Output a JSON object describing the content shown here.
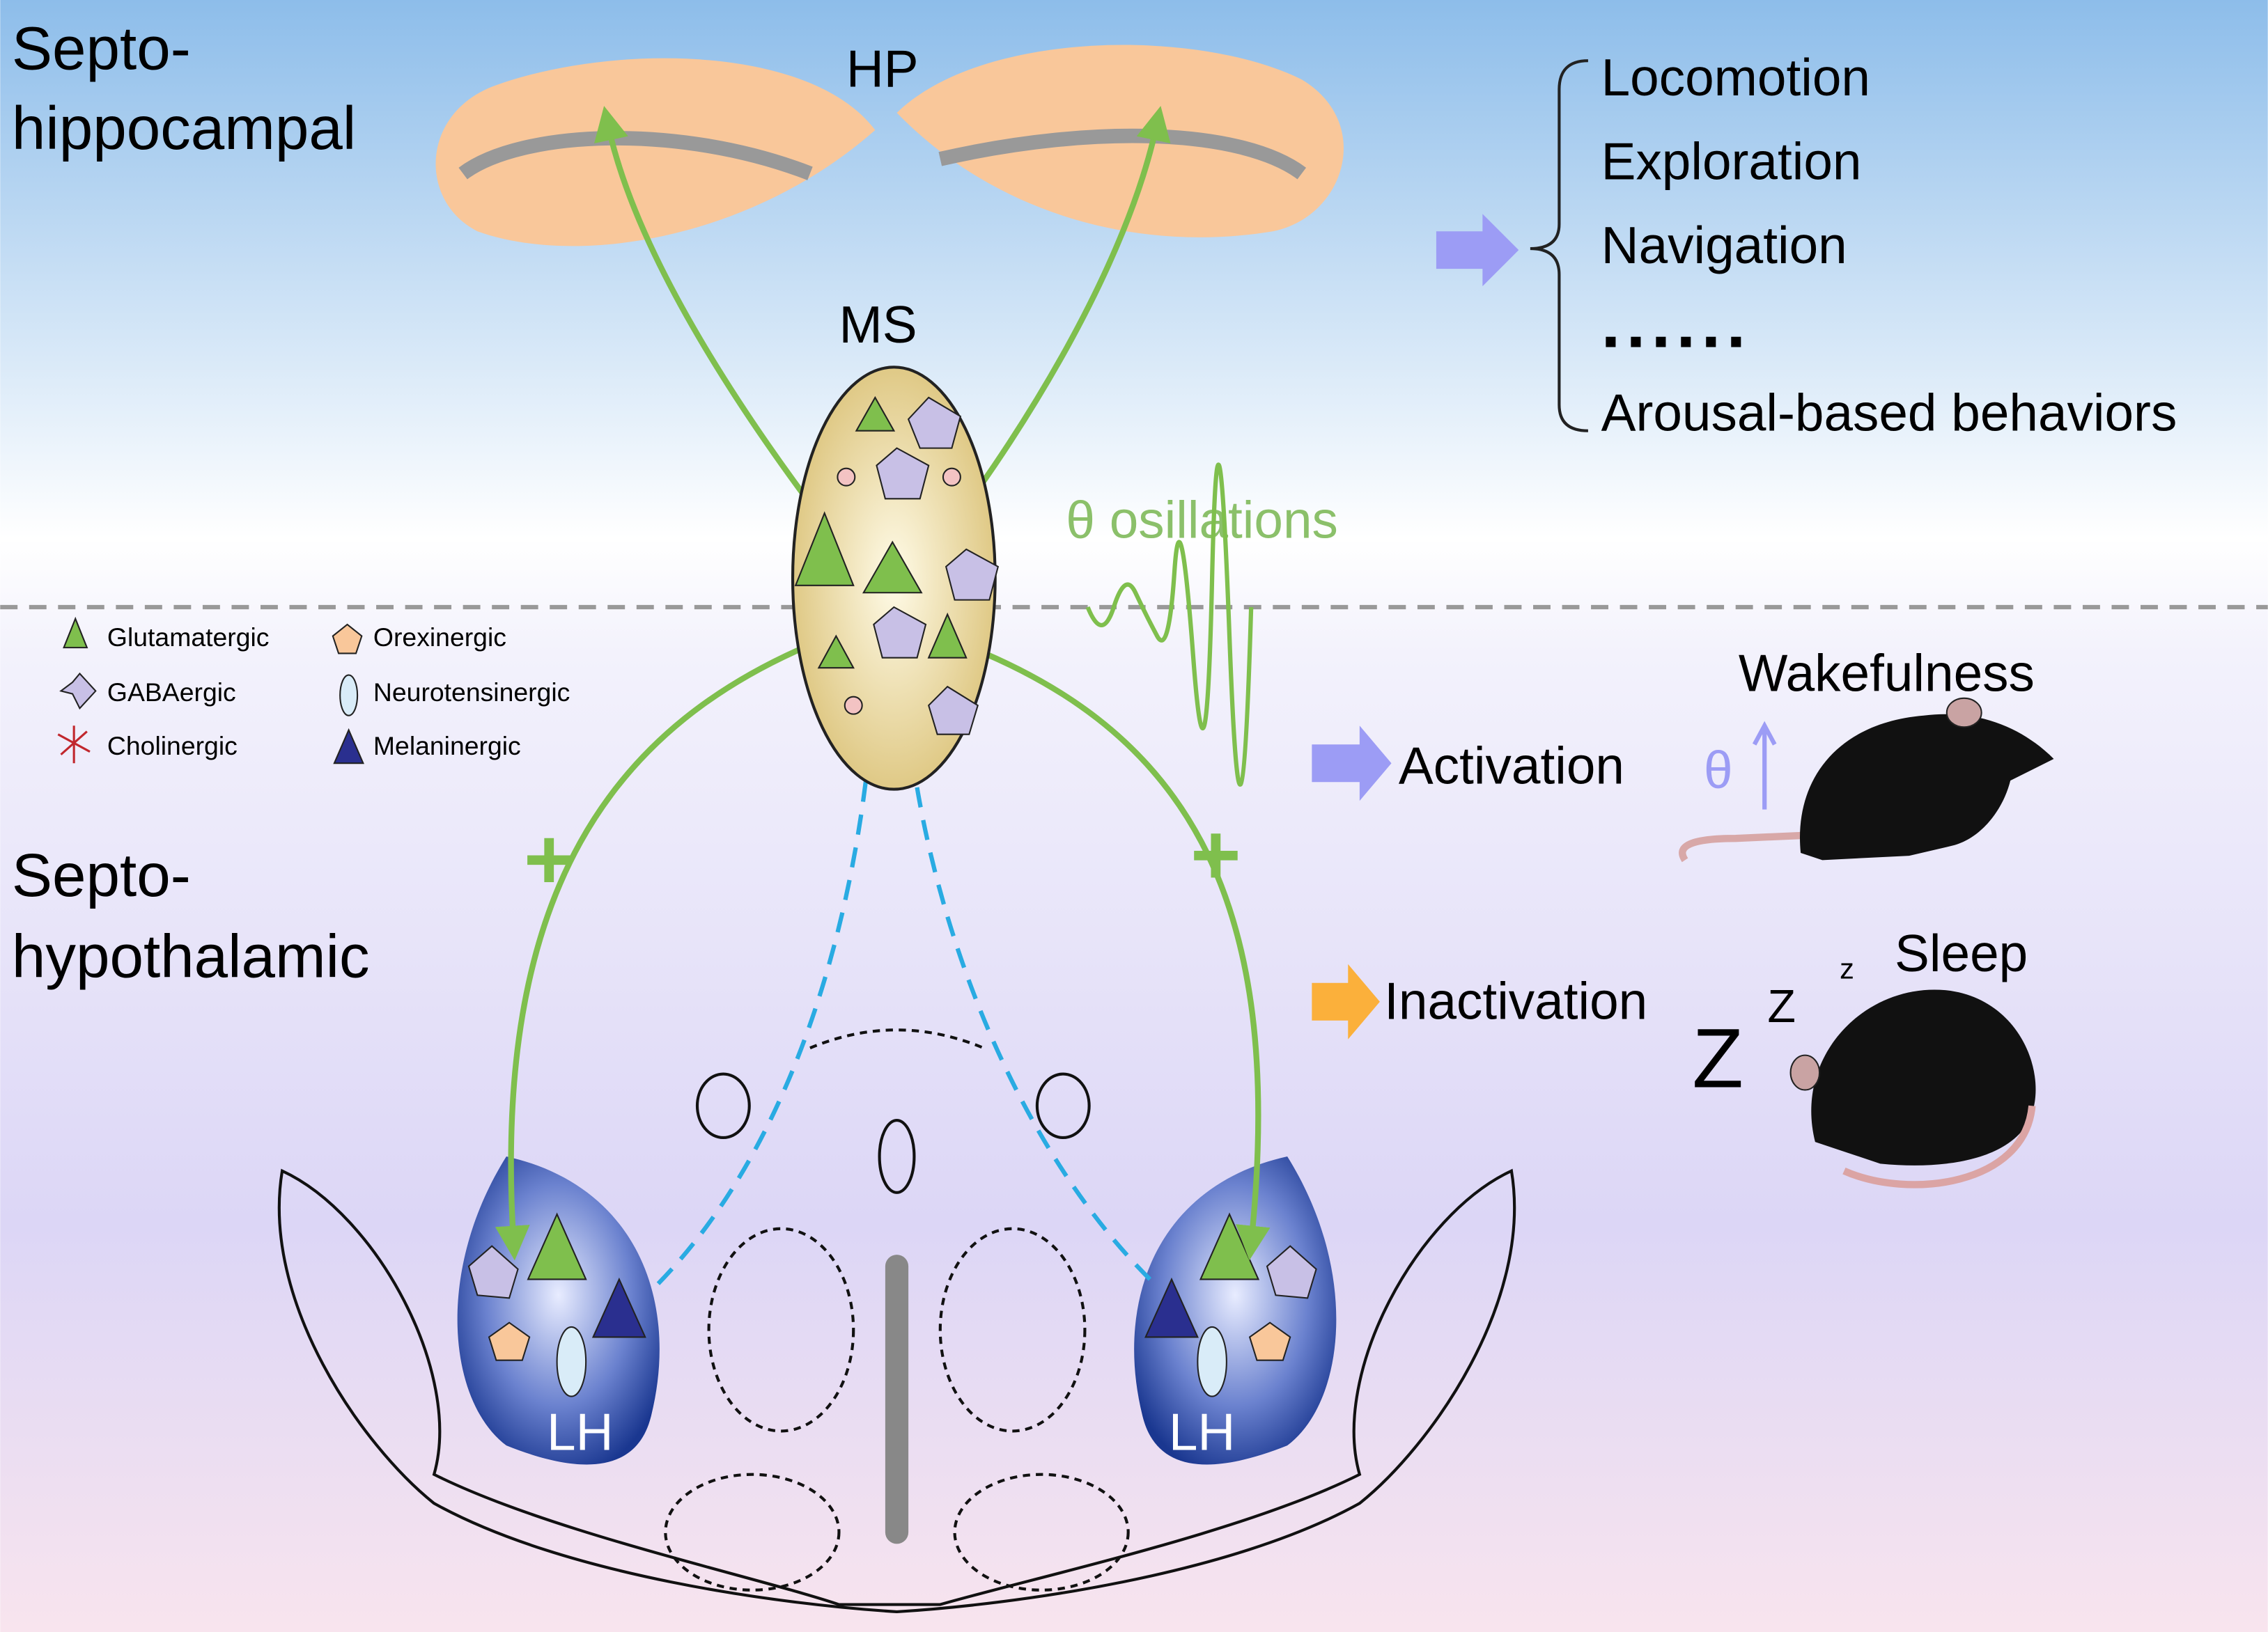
{
  "regions": {
    "top_line1": "Septo-",
    "top_line2": "hippocampal",
    "bottom_line1": "Septo-",
    "bottom_line2": "hypothalamic"
  },
  "labels": {
    "hp": "HP",
    "ms": "MS",
    "lh_left": "LH",
    "lh_right": "LH",
    "theta_osc": "θ osillations",
    "plus_left": "+",
    "plus_right": "+"
  },
  "behaviors": [
    "Locomotion",
    "Exploration",
    "Navigation",
    "......",
    "Arousal-based behaviors"
  ],
  "legend": [
    {
      "label": "Glutamatergic",
      "icon": "green-pyramidal-neuron-icon"
    },
    {
      "label": "GABAergic",
      "icon": "purple-star-neuron-icon"
    },
    {
      "label": "Cholinergic",
      "icon": "red-cholinergic-neuron-icon"
    },
    {
      "label": "Orexinergic",
      "icon": "orange-pentagon-icon"
    },
    {
      "label": "Neurotensinergic",
      "icon": "blue-spindle-neuron-icon"
    },
    {
      "label": "Melaninergic",
      "icon": "navy-triangle-neuron-icon"
    }
  ],
  "outcomes": {
    "wakefulness": "Wakefulness",
    "activation": "Activation",
    "theta": "θ",
    "inactivation": "Inactivation",
    "sleep": "Sleep",
    "z_large": "Z",
    "z_medium": "Z",
    "z_small": "z"
  },
  "colors": {
    "green_projection": "#7fbf4d",
    "blue_projection": "#29abe2",
    "activation_arrow": "#9c9cf5",
    "inactivation_arrow": "#fbb03b",
    "hippocampus": "#f9c79a",
    "lh": "#1f3f9a"
  }
}
